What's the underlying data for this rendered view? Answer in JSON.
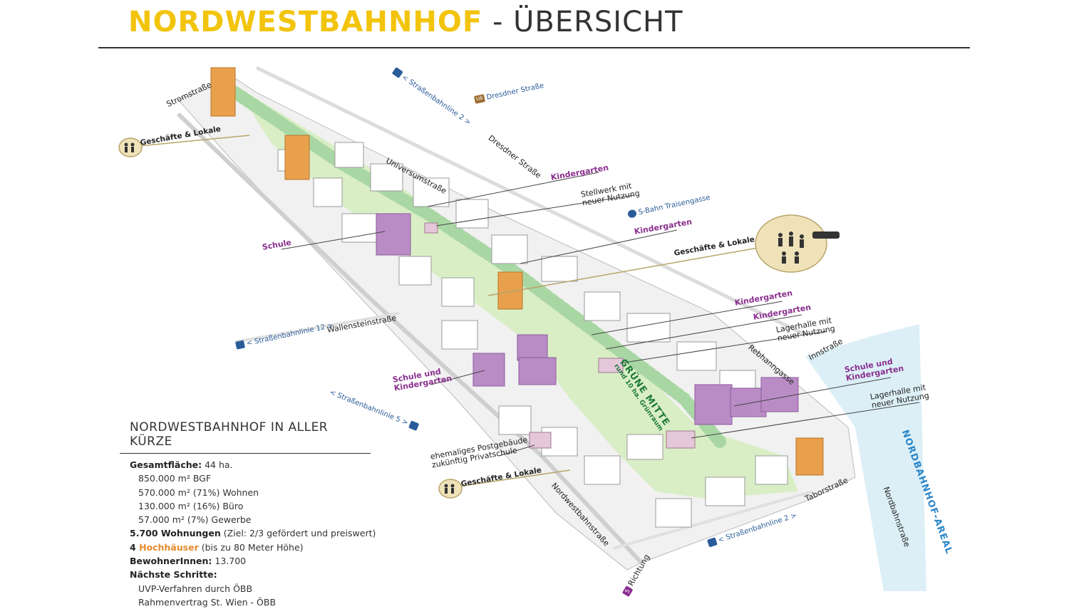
{
  "header": {
    "title_accent": "NORDWESTBAHNHOF",
    "title_rest": " - ÜBERSICHT"
  },
  "colors": {
    "title_accent": "#f2c40c",
    "kindergarten": "#8a2f8f",
    "transit": "#2a5c9a",
    "green_space": "#d6ecbf",
    "tower": "#e9a04d",
    "school": "#b98cc5",
    "water": "#d6eef7"
  },
  "streets": {
    "stromstrasse": "Stromstraße",
    "universumstrasse": "Universumstraße",
    "dresdner_strasse": "Dresdner Straße",
    "wallensteinstrasse": "Wallensteinstraße",
    "rebhanngasse": "Rebhanngasse",
    "innstrasse": "Innstraße",
    "nordwestbahnstrasse": "Nordwestbahnstraße",
    "taborstrasse": "Taborstraße",
    "nordbahnstrasse": "Nordbahnstraße",
    "nordbahnhof_areal": "NORDBAHNHOF-AREAL"
  },
  "transit": {
    "tram2_top": "< Straßenbahnline 2 >",
    "u6": "Dresdner Straße",
    "u6_badge": "U6",
    "sbahn": "S-Bahn Traisengasse",
    "tram12": "< Straßenbahnlinie 12 >",
    "tram5": "< Straßenbahnlinie 5 >",
    "tram2_bottom": "< Straßenbahnline 2 >",
    "richtung": "Richtung",
    "richtung_badge": "5"
  },
  "labels": {
    "shops_top": "Geschäfte & Lokale",
    "shops_mid": "Geschäfte & Lokale",
    "shops_bottom": "Geschäfte & Lokale",
    "kindergarten_1": "Kindergarten",
    "stellwerk_1": "Stellwerk mit",
    "stellwerk_2": "neuer Nutzung",
    "kindergarten_2": "Kindergarten",
    "schule": "Schule",
    "kindergarten_3": "Kindergarten",
    "kindergarten_4": "Kindergarten",
    "lagerhalle1_1": "Lagerhalle mit",
    "lagerhalle1_2": "neuer Nutzung",
    "schule_kg_left_1": "Schule und",
    "schule_kg_left_2": "Kindergarten",
    "schule_kg_right_1": "Schule und",
    "schule_kg_right_2": "Kindergarten",
    "lagerhalle2_1": "Lagerhalle mit",
    "lagerhalle2_2": "neuer Nutzung",
    "post_1": "ehemaliges Postgebäude",
    "post_2": "zukünftig Privatschule",
    "gruene_mitte": "GRÜNE MITTE",
    "gruenraum": "rund 10 ha. Grünraum"
  },
  "summary": {
    "heading": "NORDWESTBAHNHOF IN ALLER KÜRZE",
    "gesamt_label": "Gesamtfläche:",
    "gesamt_value": " 44 ha.",
    "bgf": "850.000 m² BGF",
    "wohnen": "570.000 m² (71%) Wohnen",
    "buero": "130.000 m² (16%) Büro",
    "gewerbe": "57.000 m² (7%) Gewerbe",
    "wohnungen_label": "5.700 Wohnungen",
    "wohnungen_value": " (Ziel: 2/3 gefördert und preiswert)",
    "hoch_count": "4 ",
    "hoch_label": "Hochhäuser",
    "hoch_value": " (bis zu 80 Meter Höhe)",
    "bewohner_label": "BewohnerInnen:",
    "bewohner_value": " 13.700",
    "next_label": "Nächste Schritte:",
    "next_1": "UVP-Verfahren durch ÖBB",
    "next_2": "Rahmenvertrag St. Wien - ÖBB"
  }
}
